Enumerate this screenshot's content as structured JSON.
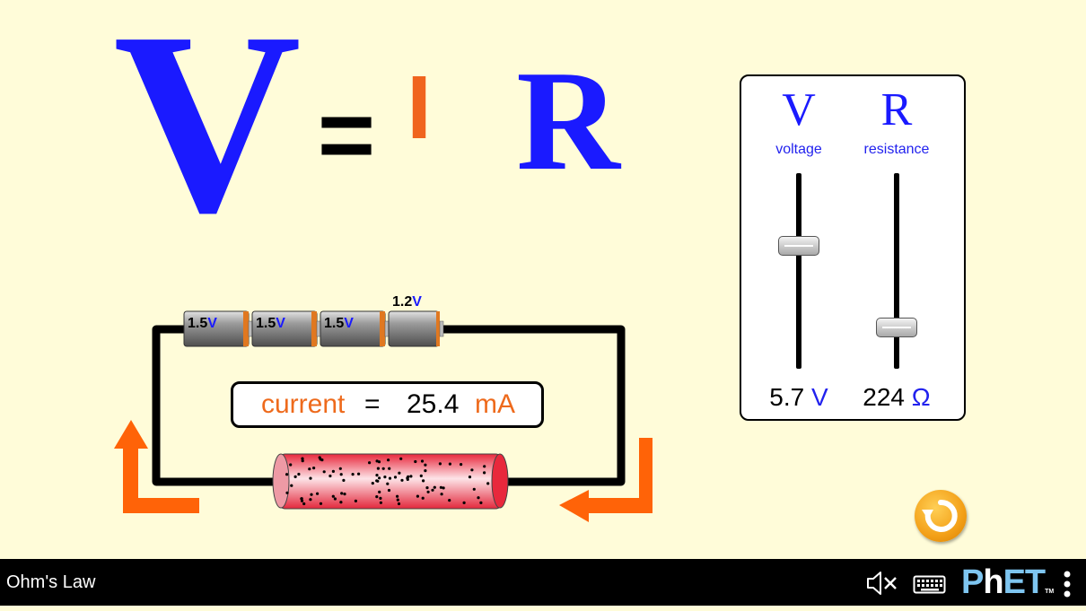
{
  "equation": {
    "v": "V",
    "equals": "=",
    "i": "I",
    "r": "R"
  },
  "batteries": [
    {
      "value": "1.5",
      "unit": "V"
    },
    {
      "value": "1.5",
      "unit": "V"
    },
    {
      "value": "1.5",
      "unit": "V"
    },
    {
      "value": "1.2",
      "unit": "V"
    }
  ],
  "current": {
    "label": "current",
    "equals": "=",
    "value": "25.4",
    "unit": "mA"
  },
  "controls": {
    "voltage": {
      "symbol": "V",
      "name": "voltage",
      "value": "5.7",
      "unit": "V",
      "min": 0.1,
      "max": 9.0,
      "level": 0.63
    },
    "resistance": {
      "symbol": "R",
      "name": "resistance",
      "value": "224",
      "unit": "Ω",
      "min": 10,
      "max": 1000,
      "level": 0.21
    }
  },
  "nav": {
    "title": "Ohm's Law",
    "sound_icon": "sound-muted-icon",
    "keyboard_icon": "keyboard-icon",
    "logo": {
      "p": "P",
      "h": "h",
      "e": "ET",
      "tm": "TM"
    },
    "menu_icon": "kebab-menu-icon"
  },
  "colors": {
    "background": "#fffcd9",
    "symbol_blue": "#1a1aff",
    "current_orange": "#ee6a1c",
    "wire": "#000000",
    "resistor_red": "#e8283c"
  }
}
